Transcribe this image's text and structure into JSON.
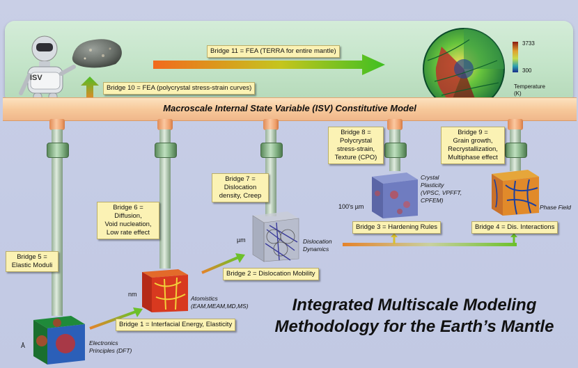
{
  "main_title": {
    "line1": "Integrated Multiscale Modeling",
    "line2": "Methodology for the Earth’s Mantle"
  },
  "macroscale_bar": "Macroscale Internal State Variable (ISV) Constitutive Model",
  "robot_label": "ISV",
  "bridges": {
    "b1": "Bridge 1 = Interfacial Energy, Elasticity",
    "b2": "Bridge 2 = Dislocation Mobility",
    "b3": "Bridge 3 = Hardening Rules",
    "b4": "Bridge 4 = Dis. Interactions",
    "b5": {
      "l1": "Bridge 5 =",
      "l2": "Elastic Moduli"
    },
    "b6": {
      "l1": "Bridge 6 =",
      "l2": "Diffusion,",
      "l3": "Void nucleation,",
      "l4": "Low rate effect"
    },
    "b7": {
      "l1": "Bridge 7 =",
      "l2": "Dislocation",
      "l3": "density, Creep"
    },
    "b8": {
      "l1": "Bridge 8 =",
      "l2": "Polycrystal",
      "l3": "stress-strain,",
      "l4": "Texture (CPO)"
    },
    "b9": {
      "l1": "Bridge 9 =",
      "l2": "Grain growth,",
      "l3": "Recrystallization,",
      "l4": "Multiphase effect"
    },
    "b10": "Bridge 10 = FEA (polycrystal stress-strain curves)",
    "b11": "Bridge 11 = FEA (TERRA for entire mantle)"
  },
  "scales": {
    "electronics": {
      "l1": "Electronics",
      "l2": "Principles (DFT)"
    },
    "atomistics": {
      "l1": "Atomistics",
      "l2": "(EAM,MEAM,MD,MS)"
    },
    "dislocation": {
      "l1": "Dislocation",
      "l2": "Dynamics"
    },
    "crystal": {
      "l1": "Crystal",
      "l2": "Plasticity",
      "l3": "(VPSC, VPFFT,",
      "l4": "CPFEM)"
    },
    "phase_field": "Phase Field"
  },
  "units": {
    "angstrom": "Å",
    "nm": "nm",
    "um": "µm",
    "hundreds_um": "100's µm"
  },
  "temperature_scale": {
    "max": "3733",
    "min": "300",
    "label_l1": "Temperature",
    "label_l2": "(K)"
  },
  "colors": {
    "bridge_box": "#fbf2b4",
    "isv_bar": "#f7c99b",
    "top_panel": "#c3e4c8",
    "background": "#c4cbe5"
  }
}
